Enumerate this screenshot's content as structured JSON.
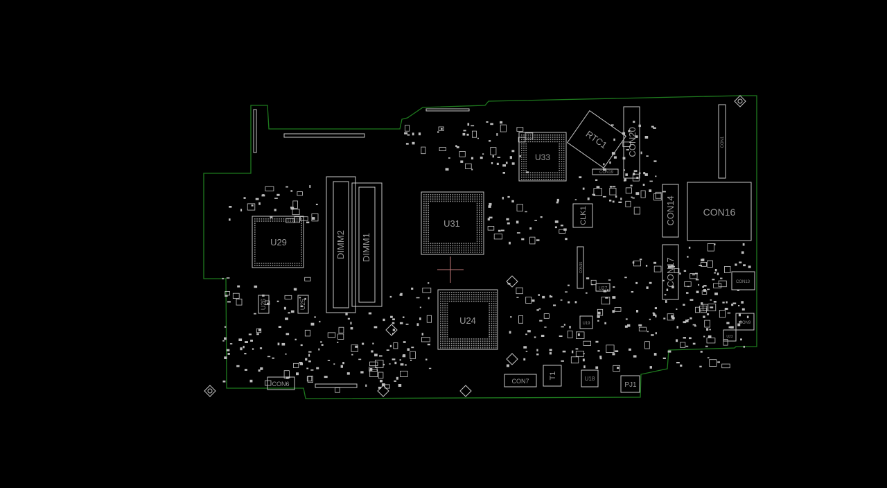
{
  "viewer": {
    "background": "#000000",
    "outline_color": "#1e7a1e",
    "silk_color": "#c9c9c9",
    "cursor_color": "#c07878"
  },
  "designators": {
    "U29": "U29",
    "DIMM2": "DIMM2",
    "DIMM1": "DIMM1",
    "U31": "U31",
    "U33": "U33",
    "RTC1": "RTC1",
    "CON20": "CON20",
    "CON16": "CON16",
    "CON14": "CON14",
    "CLK1": "CLK1",
    "CON17": "CON17",
    "U24": "U24",
    "U26": "U26",
    "U25": "U25",
    "CON6": "CON6",
    "CON7": "CON7",
    "T1": "T1",
    "U18": "U18",
    "PJ1": "PJ1",
    "CON13": "CON13",
    "CON1": "CON1",
    "CON19": "CON19",
    "CON15": "CON15",
    "U27": "U27",
    "CON9": "CON9",
    "U19": "U19",
    "U23": "U23"
  }
}
